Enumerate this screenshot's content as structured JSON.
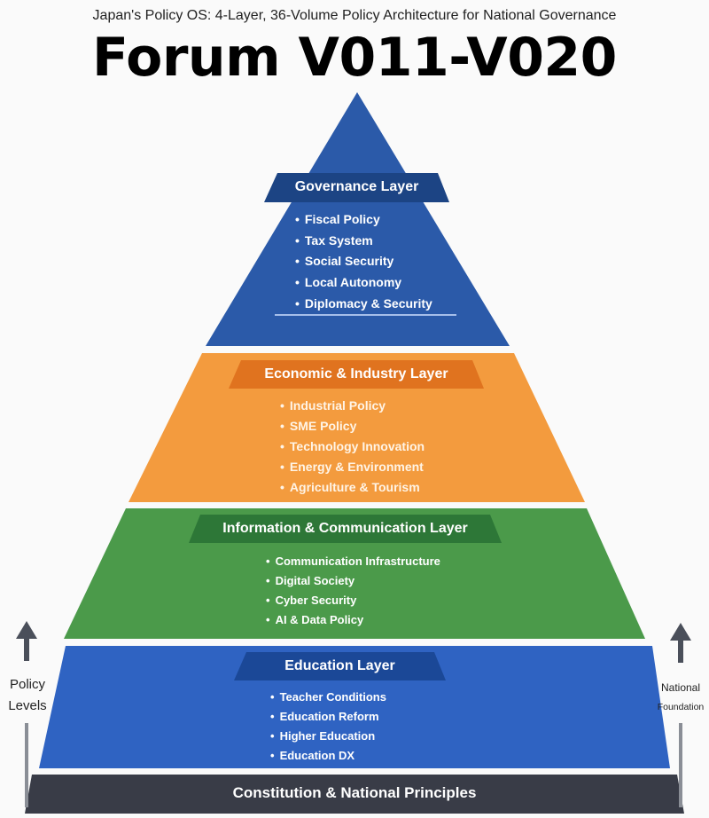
{
  "header": {
    "subtitle": "Japan's Policy OS: 4-Layer, 36-Volume Policy Architecture for National Governance",
    "title": "Forum V011-V020"
  },
  "layers": [
    {
      "name": "Governance Layer",
      "color": "#2b5aa9",
      "header_color": "#1c4484",
      "items": [
        "Fiscal Policy",
        "Tax System",
        "Social Security",
        "Local Autonomy",
        "Diplomacy & Security"
      ]
    },
    {
      "name": "Economic & Industry Layer",
      "color": "#f39b3e",
      "header_color": "#e0731f",
      "items": [
        "Industrial Policy",
        "SME Policy",
        "Technology Innovation",
        "Energy & Environment",
        "Agriculture & Tourism"
      ]
    },
    {
      "name": "Information & Communication Layer",
      "color": "#4b9a4a",
      "header_color": "#2d7737",
      "items": [
        "Communication Infrastructure",
        "Digital Society",
        "Cyber Security",
        "AI & Data Policy"
      ]
    },
    {
      "name": "Education Layer",
      "color": "#2f63c2",
      "header_color": "#1b4897",
      "items": [
        "Teacher Conditions",
        "Education Reform",
        "Higher Education",
        "Education DX"
      ]
    }
  ],
  "base": {
    "label": "Constitution & National Principles",
    "color": "#393c47"
  },
  "left_axis": {
    "line1": "Policy",
    "line2": "Levels",
    "icon": "arrow-up-icon"
  },
  "right_axis": {
    "line1": "National",
    "line2": "Foundation",
    "icon": "arrow-up-icon"
  }
}
